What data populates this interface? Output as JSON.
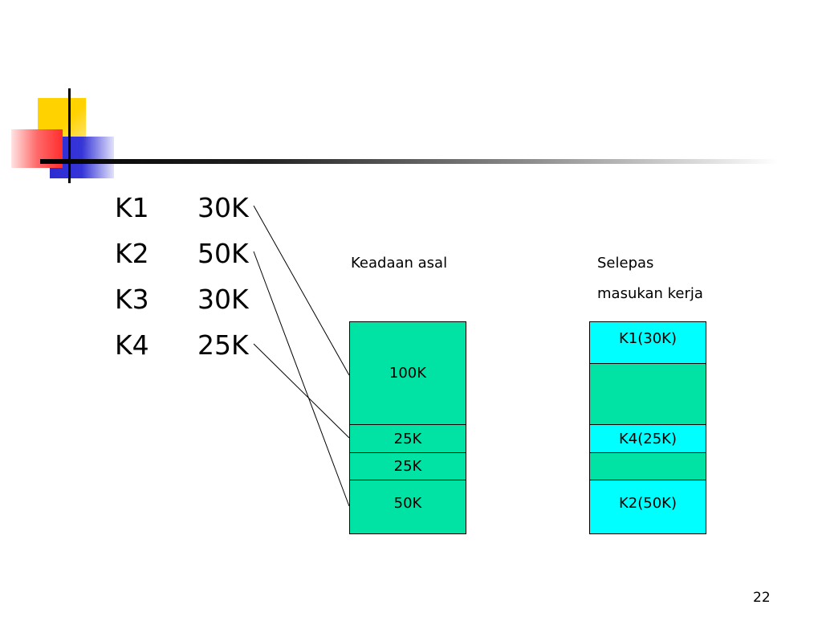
{
  "jobs": [
    {
      "name": "K1",
      "size": "30K"
    },
    {
      "name": "K2",
      "size": "50K"
    },
    {
      "name": "K3",
      "size": "30K"
    },
    {
      "name": "K4",
      "size": "25K"
    }
  ],
  "initial_state": {
    "title": "Keadaan asal",
    "blocks": [
      "100K",
      "25K",
      "25K",
      "50K"
    ]
  },
  "after_state": {
    "title_line1": "Selepas",
    "title_line2": "masukan kerja",
    "blocks": [
      "K1(30K)",
      "",
      "K4(25K)",
      "",
      "K2(50K)"
    ]
  },
  "colors": {
    "partition": "#00e3a5",
    "allocated": "#00ffff"
  },
  "page_number": "22"
}
